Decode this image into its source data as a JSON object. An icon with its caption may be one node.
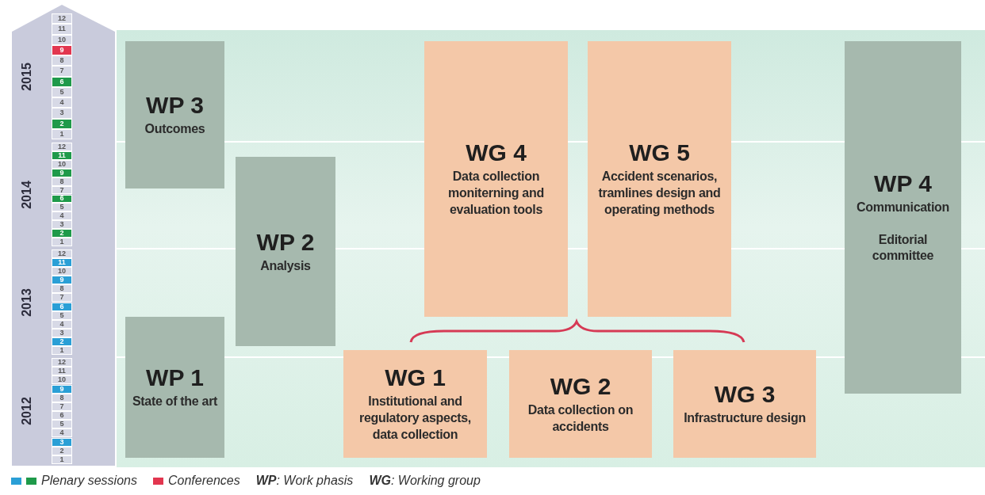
{
  "diagram": {
    "nodes": [
      {
        "text": [
          "WP 3",
          "Outcomes"
        ]
      },
      {
        "text": [
          "WP 2",
          "Analysis"
        ]
      },
      {
        "text": [
          "WP 1",
          "State of the art"
        ]
      },
      {
        "text": [
          "WG 4",
          "Data collection moniterning and evaluation tools"
        ]
      },
      {
        "text": [
          "WG 5",
          "Accident scenarios, tramlines design and operating methods"
        ]
      },
      {
        "text": [
          "WP 4",
          "Communication",
          "Editorial committee"
        ]
      },
      {
        "text": [
          "WG 1",
          "Institutional and regulatory aspects, data collection"
        ]
      },
      {
        "text": [
          "WG 2",
          "Data collection on accidents"
        ]
      },
      {
        "text": [
          "WG 3",
          "Infrastructure design"
        ]
      }
    ],
    "labels": [
      "2015",
      "12",
      "11",
      "10",
      "9",
      "8",
      "7",
      "6",
      "5",
      "4",
      "3",
      "2",
      "1",
      "2014",
      "12",
      "11",
      "10",
      "9",
      "8",
      "7",
      "6",
      "5",
      "4",
      "3",
      "2",
      "1",
      "2013",
      "12",
      "11",
      "10",
      "9",
      "8",
      "7",
      "6",
      "5",
      "4",
      "3",
      "2",
      "1",
      "2012",
      "12",
      "11",
      "10",
      "9",
      "8",
      "7",
      "6",
      "5",
      "4",
      "3",
      "2",
      "1",
      "**WP**: *Work phasis*",
      "**WG**: *Working group*"
    ],
    "legend": [
      {
        "text": "Plenary sessions",
        "color": "#2a9fd6"
      },
      {
        "text": "Conferences",
        "color": "#e2364f"
      }
    ]
  }
}
